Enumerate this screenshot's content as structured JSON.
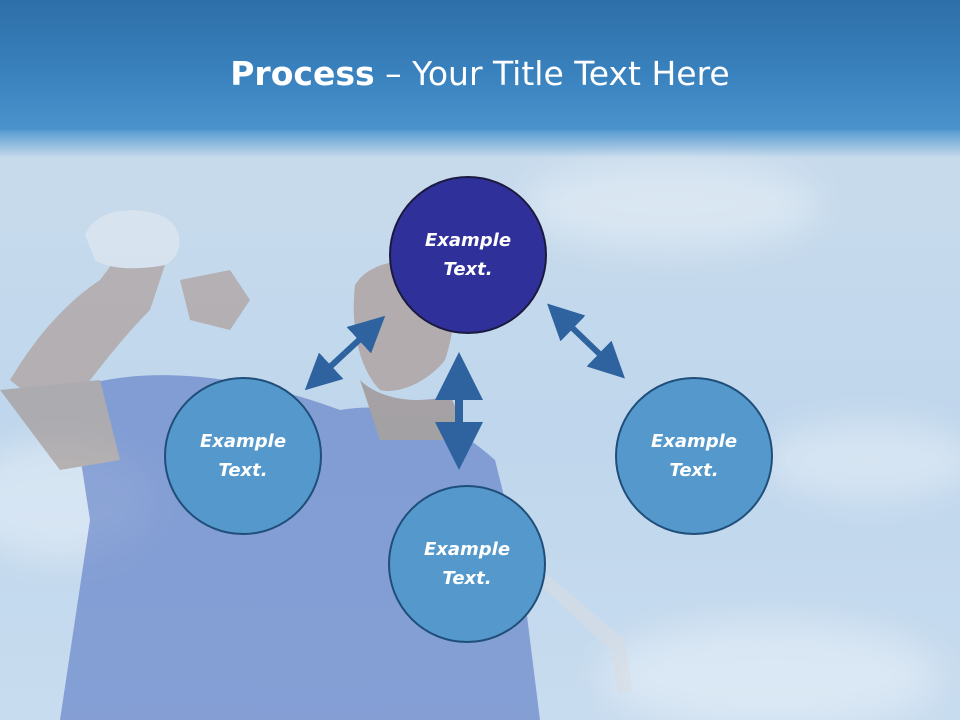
{
  "title": {
    "bold": "Process",
    "rest": " – Your Title Text Here"
  },
  "nodes": {
    "top": "Example Text.",
    "left": "Example Text.",
    "bottom": "Example Text.",
    "right": "Example Text."
  },
  "colors": {
    "title_band": "#3a83bf",
    "node_light": "#5598cb",
    "node_dark": "#30309a",
    "arrow": "#2e63a0"
  }
}
